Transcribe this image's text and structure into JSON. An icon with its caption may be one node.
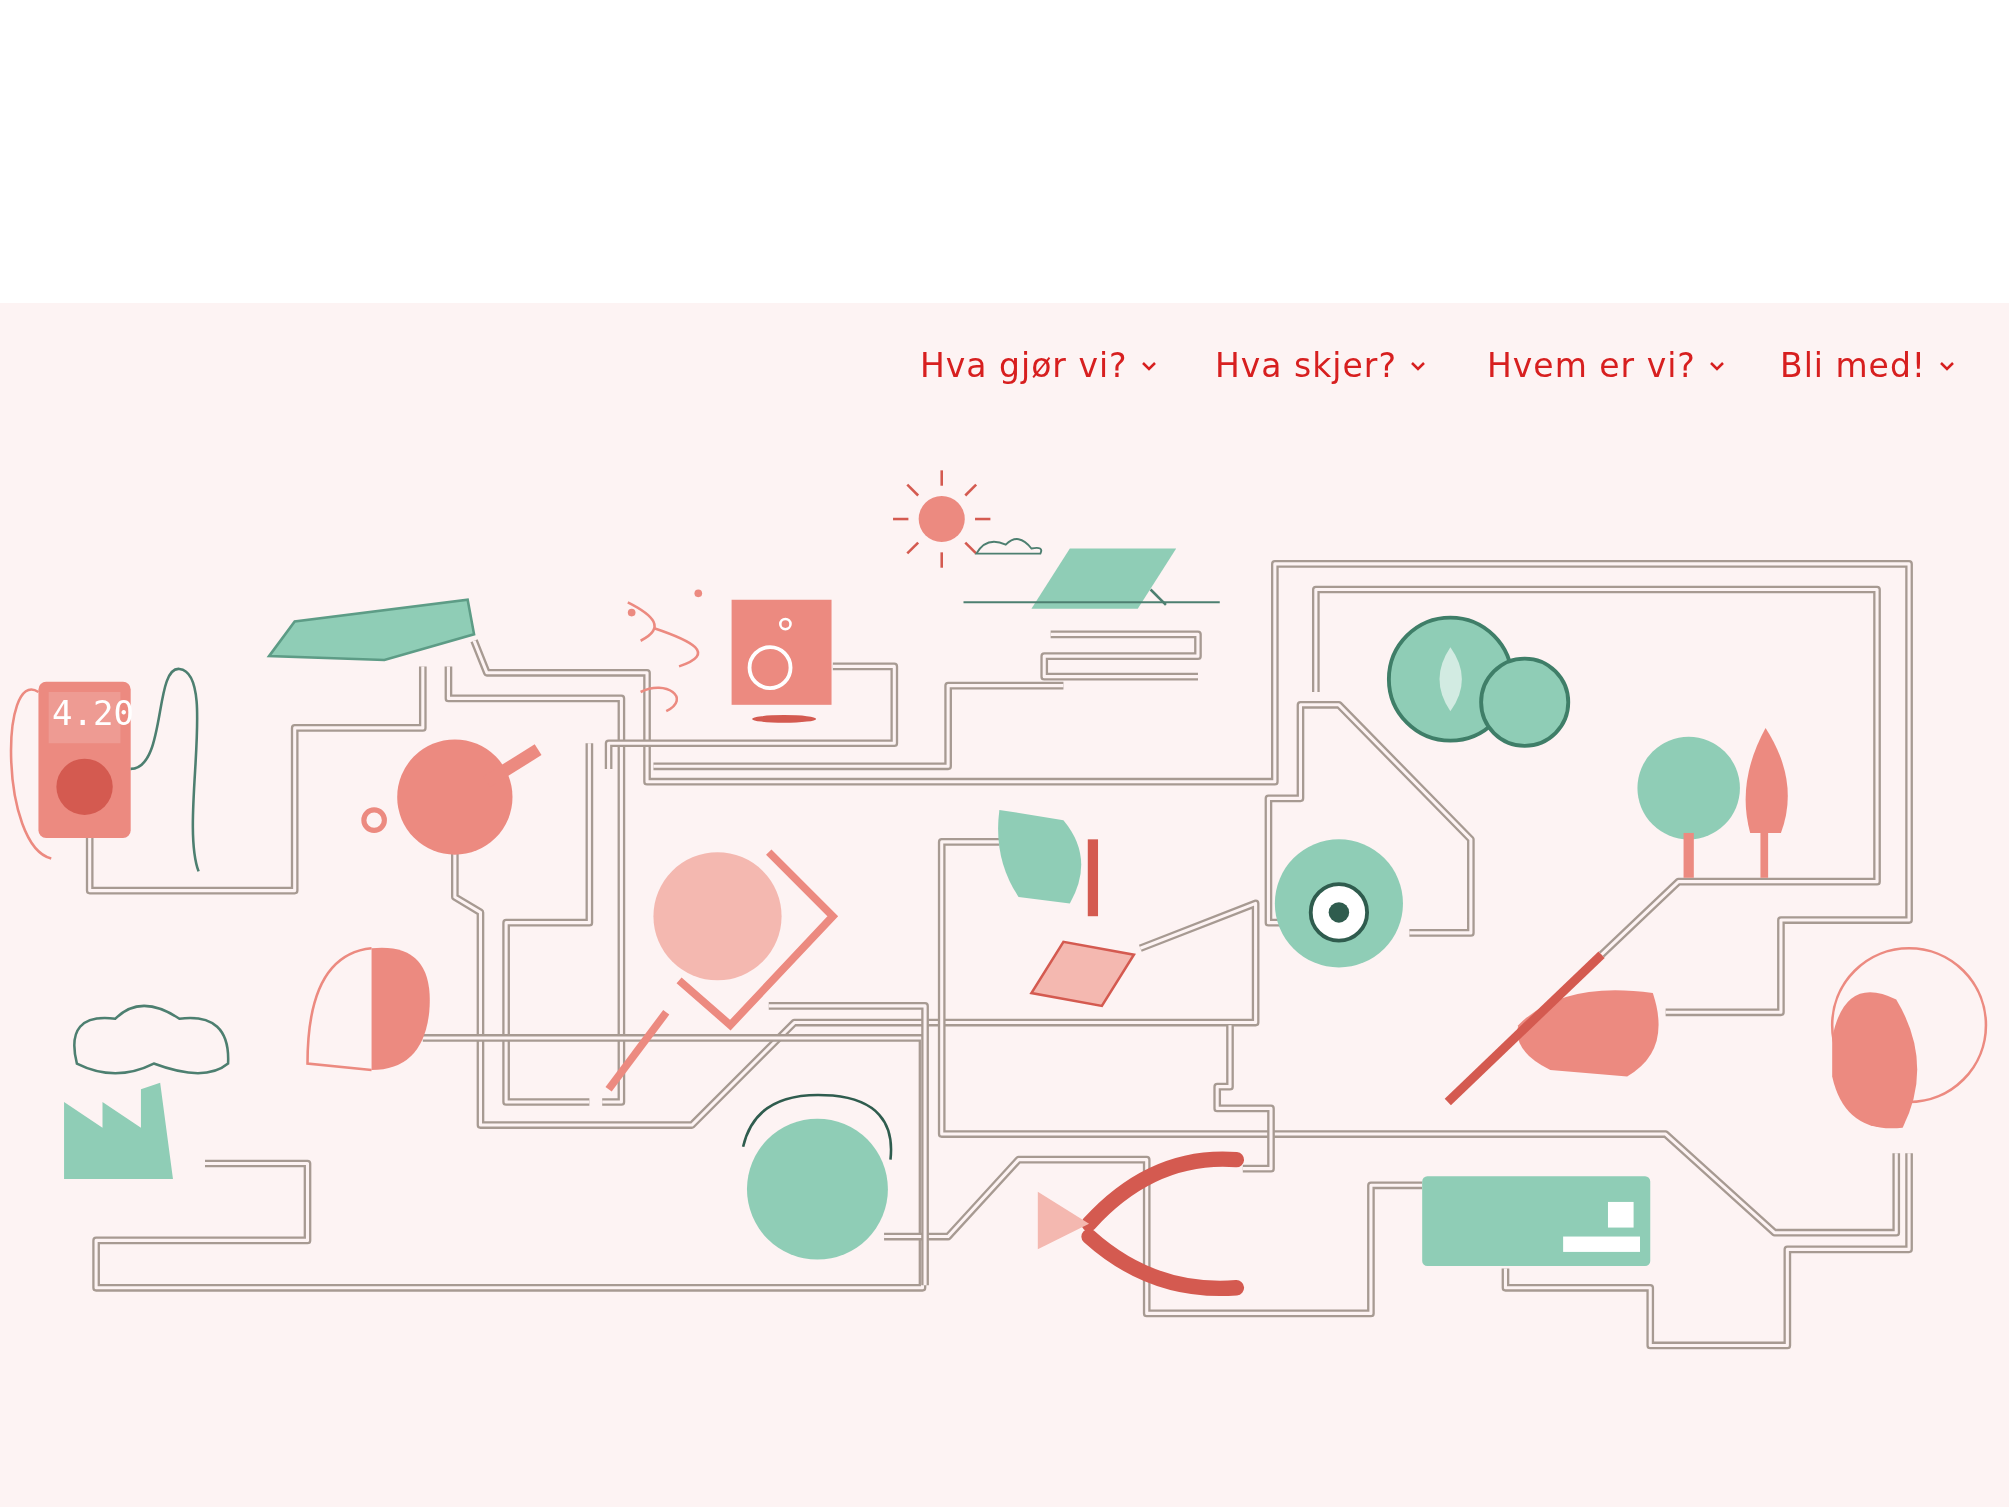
{
  "diagram": {
    "labels": [
      "Hva gjør vi?",
      "Hva skjer?",
      "Hvem er vi?",
      "Bli med!",
      "4.20"
    ]
  }
}
